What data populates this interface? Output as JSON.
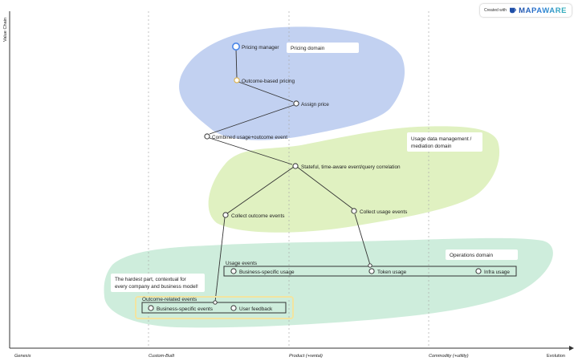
{
  "axis": {
    "y_label": "Value Chain",
    "x_labels": [
      "Genesis",
      "Custom-Built",
      "Product (+rental)",
      "Commodity (+utility)",
      "Evolution"
    ]
  },
  "badge": {
    "created_with": "Created with",
    "brand": "MAPAWARE"
  },
  "areas": [
    {
      "id": "pricing",
      "color": "#b7c9ee",
      "lines": [
        "Pricing domain"
      ]
    },
    {
      "id": "usage",
      "color": "#dbeeb6",
      "lines": [
        "Usage data management /",
        "mediation domain"
      ]
    },
    {
      "id": "ops",
      "color": "#c5ead6",
      "lines": [
        "Operations domain"
      ]
    }
  ],
  "components": [
    {
      "id": "pricing_manager",
      "label": "Pricing manager",
      "style": "anchor"
    },
    {
      "id": "outcome_pricing",
      "label": "Outcome-based pricing",
      "style": "highlight"
    },
    {
      "id": "assign_price",
      "label": "Assign price",
      "style": "normal"
    },
    {
      "id": "combined",
      "label": "Combined usage+outcome event",
      "style": "normal"
    },
    {
      "id": "stateful",
      "label": "Stateful, time-aware event/query correlation",
      "style": "normal"
    },
    {
      "id": "collect_outcome",
      "label": "Collect outcome events",
      "style": "normal"
    },
    {
      "id": "collect_usage",
      "label": "Collect usage events",
      "style": "normal"
    },
    {
      "id": "biz_usage",
      "label": "Business-specific usage",
      "style": "normal"
    },
    {
      "id": "token_usage",
      "label": "Token usage",
      "style": "normal"
    },
    {
      "id": "infra_usage",
      "label": "Infra usage",
      "style": "normal"
    },
    {
      "id": "biz_events",
      "label": "Business-specific events",
      "style": "normal"
    },
    {
      "id": "user_feedback",
      "label": "User feedback",
      "style": "normal"
    }
  ],
  "links": [
    [
      "pricing_manager",
      "outcome_pricing"
    ],
    [
      "outcome_pricing",
      "assign_price"
    ],
    [
      "assign_price",
      "combined"
    ],
    [
      "combined",
      "stateful"
    ],
    [
      "stateful",
      "collect_outcome"
    ],
    [
      "stateful",
      "collect_usage"
    ],
    [
      "collect_usage",
      "usage_group"
    ],
    [
      "collect_outcome",
      "outcome_group"
    ]
  ],
  "groups": [
    {
      "id": "usage_group",
      "label": "Usage events",
      "members": [
        "biz_usage",
        "token_usage",
        "infra_usage"
      ]
    },
    {
      "id": "outcome_group",
      "label": "Outcome-related events",
      "members": [
        "biz_events",
        "user_feedback"
      ],
      "highlight": "#f2e4a0"
    }
  ],
  "notes": [
    {
      "id": "hard_part",
      "lines": [
        "The hardest part, contextual for",
        "every company and business model!"
      ]
    }
  ]
}
